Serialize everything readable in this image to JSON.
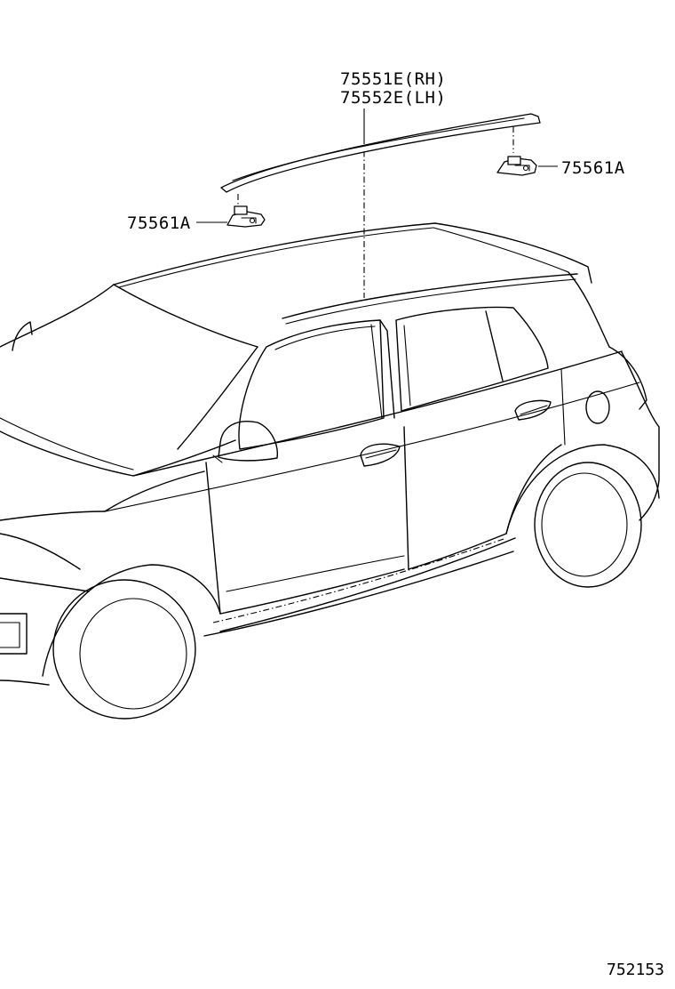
{
  "callouts": {
    "roof_rack_rh": "75551E(RH)",
    "roof_rack_lh": "75552E(LH)",
    "cover_rear": "75561A",
    "cover_front": "75561A"
  },
  "illustration_id": "752153"
}
